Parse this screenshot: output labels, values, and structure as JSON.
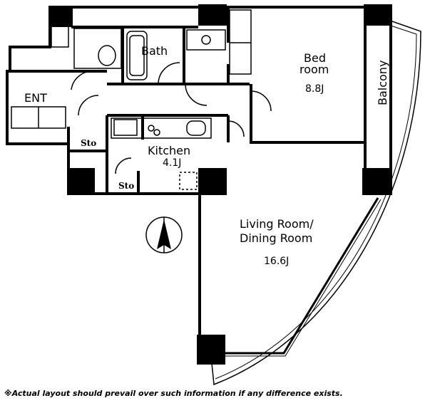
{
  "rooms": {
    "bath": "Bath",
    "ent": "ENT",
    "bedroom_line1": "Bed",
    "bedroom_line2": "room",
    "bedroom_size": "8.8J",
    "kitchen": "Kitchen",
    "kitchen_size": "4.1J",
    "storage1": "Sto",
    "storage2": "Sto",
    "living_line1": "Living Room/",
    "living_line2": "Dining Room",
    "living_size": "16.6J",
    "balcony": "Balcony"
  },
  "compass": {
    "label": "north-arrow"
  },
  "footnote": "※Actual layout should prevail over such information if any difference exists."
}
